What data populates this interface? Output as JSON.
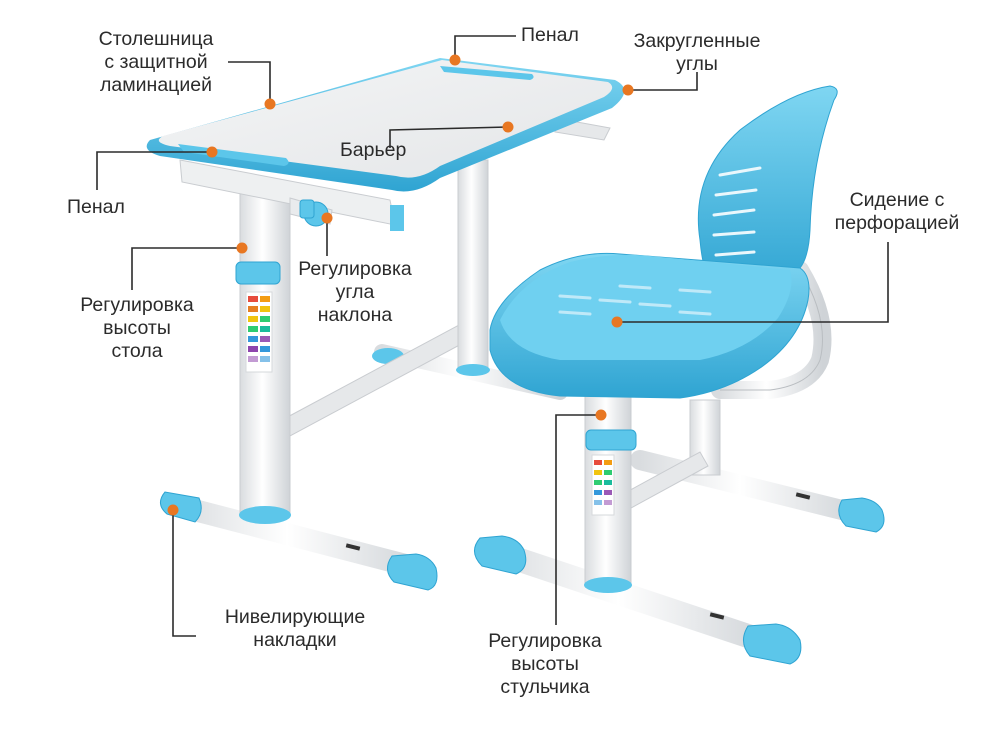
{
  "colors": {
    "accent_blue": "#5cc6ea",
    "accent_blue_dark": "#2fa4d2",
    "frame_white": "#f2f3f4",
    "frame_shadow": "#c9ccd0",
    "marker_orange": "#e87722",
    "leader_line": "#2b2b2b",
    "text": "#2b2b2b"
  },
  "labels": {
    "tabletop": [
      "Столешница",
      "с защитной",
      "ламинацией"
    ],
    "pencil_case_top": [
      "Пенал"
    ],
    "rounded_corners": [
      "Закругленные",
      "углы"
    ],
    "barrier": [
      "Барьер"
    ],
    "pencil_case_left": [
      "Пенал"
    ],
    "seat": [
      "Сидение с",
      "перфорацией"
    ],
    "tilt_adjust": [
      "Регулировка",
      "угла",
      "наклона"
    ],
    "desk_height": [
      "Регулировка",
      "высоты",
      "стола"
    ],
    "levelers": [
      "Нивелирующие",
      "накладки"
    ],
    "chair_height": [
      "Регулировка",
      "высоты",
      "стульчика"
    ]
  }
}
